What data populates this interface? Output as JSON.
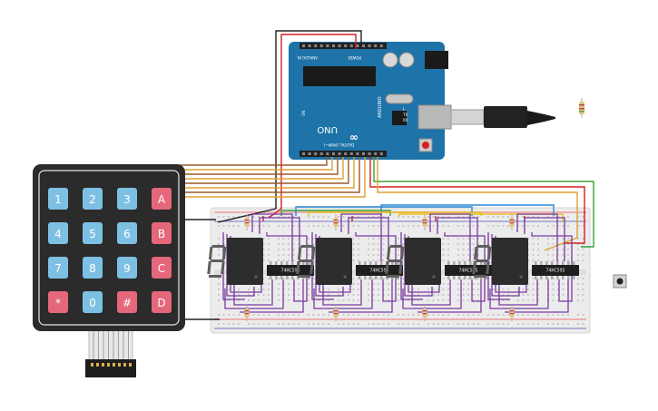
{
  "arduino": {
    "brand": "ARDUINO",
    "model": "UNO",
    "digital_header_label": "DIGITAL (PWM~)",
    "analog_label": "ANALOG IN",
    "power_label": "POWER",
    "tx_label": "TX",
    "rx_label": "RX",
    "l_label": "L",
    "on_label": "ON"
  },
  "keypad": {
    "keys": [
      {
        "label": "1",
        "type": "digit"
      },
      {
        "label": "2",
        "type": "digit"
      },
      {
        "label": "3",
        "type": "digit"
      },
      {
        "label": "A",
        "type": "letter"
      },
      {
        "label": "4",
        "type": "digit"
      },
      {
        "label": "5",
        "type": "digit"
      },
      {
        "label": "6",
        "type": "digit"
      },
      {
        "label": "B",
        "type": "letter"
      },
      {
        "label": "7",
        "type": "digit"
      },
      {
        "label": "8",
        "type": "digit"
      },
      {
        "label": "9",
        "type": "digit"
      },
      {
        "label": "C",
        "type": "letter"
      },
      {
        "label": "*",
        "type": "letter"
      },
      {
        "label": "0",
        "type": "digit"
      },
      {
        "label": "#",
        "type": "letter"
      },
      {
        "label": "D",
        "type": "letter"
      }
    ]
  },
  "shift_registers": [
    {
      "label": "74HC595"
    },
    {
      "label": "74HC595"
    },
    {
      "label": "74HC595"
    },
    {
      "label": "74HC595"
    }
  ],
  "colors": {
    "arduino_board": "#1e73a8",
    "keypad_body": "#2b2b2b",
    "key_digit": "#7ec0e4",
    "key_letter": "#e4677a",
    "breadboard": "#ececec",
    "wire_red": "#d42020",
    "wire_black": "#222222",
    "wire_orange": "#e0a030",
    "wire_brown": "#9a5a2a",
    "wire_green": "#3aa23a",
    "wire_blue": "#2a8ad8",
    "wire_yellow": "#e8c020",
    "wire_purple": "#7a3aa0"
  }
}
